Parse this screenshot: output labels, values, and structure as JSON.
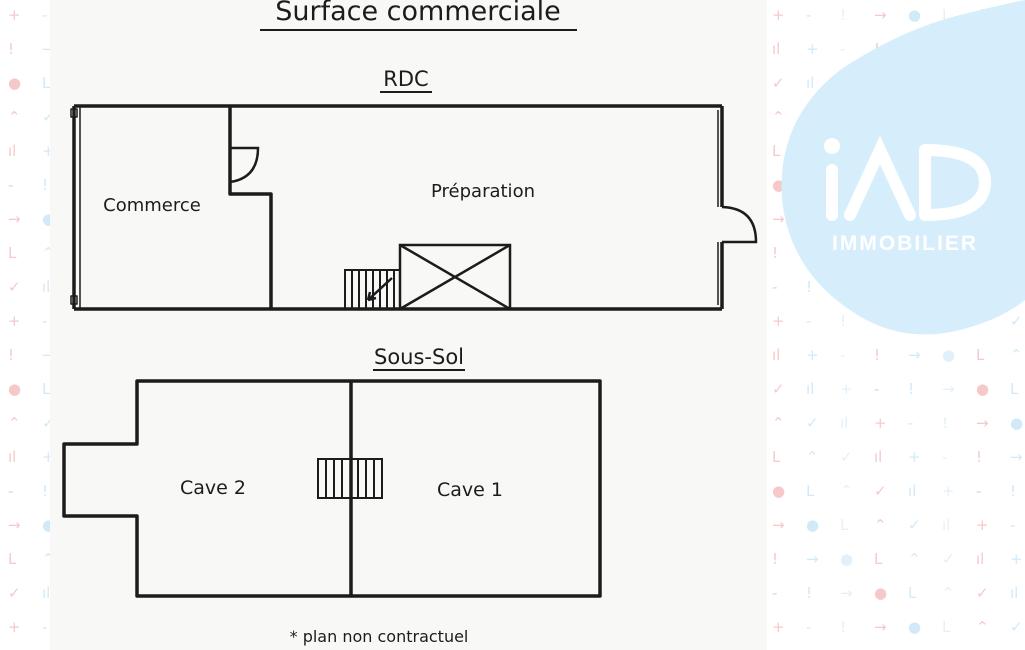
{
  "title": "Surface commerciale",
  "floors": {
    "ground": {
      "label": "RDC",
      "rooms": [
        "Commerce",
        "Préparation"
      ]
    },
    "basement": {
      "label": "Sous-Sol",
      "rooms": [
        "Cave 2",
        "Cave 1"
      ]
    }
  },
  "note": "* plan non contractuel",
  "brand": {
    "logo_text": "iAD",
    "tagline": "IMMOBILIER",
    "color": "#d6eefb",
    "pattern_colors": [
      "#f2b8b8",
      "#c4e2f6",
      "#d9ecf8"
    ]
  },
  "icons": [
    "stairs-icon",
    "void-cross-icon",
    "door-swing-icon"
  ]
}
